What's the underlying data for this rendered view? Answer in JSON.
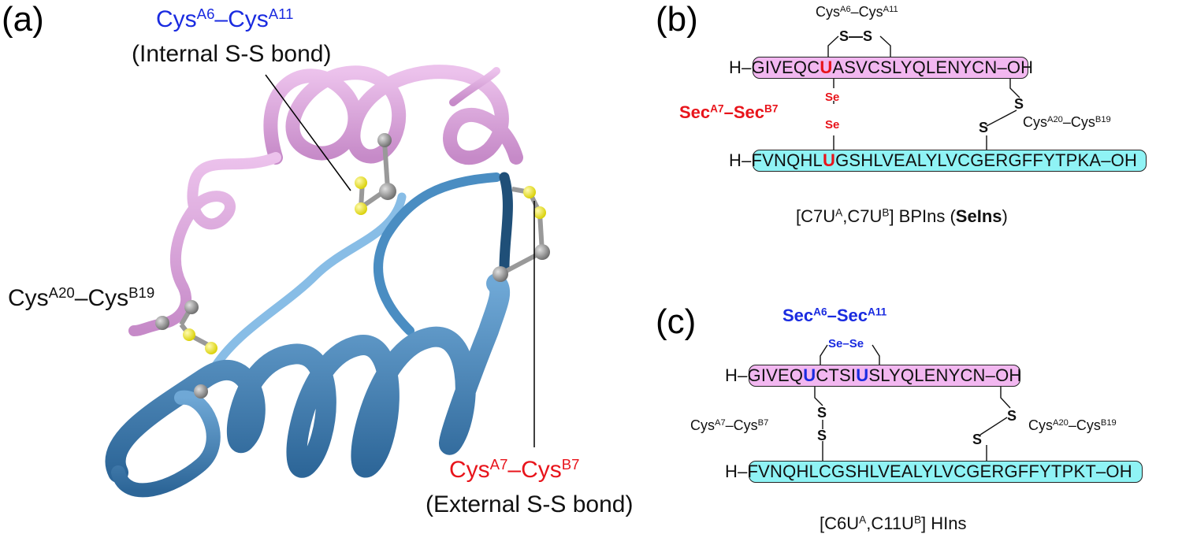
{
  "panels": {
    "a": {
      "label": "(a)",
      "bond_internal": {
        "res1": "Cys",
        "sup1": "A6",
        "sep": "–",
        "res2": "Cys",
        "sup2": "A11",
        "desc": "(Internal S-S bond)"
      },
      "bond_external": {
        "res1": "Cys",
        "sup1": "A7",
        "sep": "–",
        "res2": "Cys",
        "sup2": "B7",
        "desc": "(External S-S bond)"
      },
      "bond_a20b19": {
        "res1": "Cys",
        "sup1": "A20",
        "sep": "–",
        "res2": "Cys",
        "sup2": "B19"
      }
    },
    "b": {
      "label": "(b)",
      "top_bond": {
        "res1": "Cys",
        "sup1": "A6",
        "sep": "–",
        "res2": "Cys",
        "sup2": "A11"
      },
      "ss_top": "S—S",
      "chainA": {
        "prefix": "H–",
        "pre": "GIVEQC",
        "mark": "U",
        "post": "ASVCSLYQLENYCN",
        "suffix": "–OH"
      },
      "chainB": {
        "prefix": "H–",
        "pre": "FVNQHL",
        "mark": "U",
        "post": "GSHLVEALYLVCGERGFFYTPKA",
        "suffix": "–OH"
      },
      "sec_bond": {
        "res1": "Sec",
        "sup1": "A7",
        "sep": "–",
        "res2": "Sec",
        "sup2": "B7"
      },
      "se1": "Se",
      "se2": "Se",
      "s1": "S",
      "s2": "S",
      "right_bond": {
        "res1": "Cys",
        "sup1": "A20",
        "sep": "–",
        "res2": "Cys",
        "sup2": "B19"
      },
      "caption": {
        "p1": "[C7U",
        "s1": "A",
        "p2": ",C7U",
        "s2": "B",
        "p3": "] BPIns (",
        "bold": "SeIns",
        "p4": ")"
      }
    },
    "c": {
      "label": "(c)",
      "sec_bond": {
        "res1": "Sec",
        "sup1": "A6",
        "sep": "–",
        "res2": "Sec",
        "sup2": "A11"
      },
      "sese": "Se–Se",
      "chainA": {
        "prefix": "H–",
        "p1": "GIVEQ",
        "m1": "U",
        "p2": "CTSI",
        "m2": "U",
        "p3": "SLYQLENYCN",
        "suffix": "–OH"
      },
      "chainB": {
        "prefix": "H–",
        "seq": "FVNQHLCGSHLVEALYLVCGERGFFYTPKT",
        "suffix": "–OH"
      },
      "s1": "S",
      "s2": "S",
      "s3": "S",
      "s4": "S",
      "left_bond": {
        "res1": "Cys",
        "sup1": "A7",
        "sep": "–",
        "res2": "Cys",
        "sup2": "B7"
      },
      "right_bond": {
        "res1": "Cys",
        "sup1": "A20",
        "sep": "–",
        "res2": "Cys",
        "sup2": "B19"
      },
      "caption": {
        "p1": "[C6U",
        "s1": "A",
        "p2": ",C11U",
        "s2": "B",
        "p3": "] HIns"
      }
    }
  },
  "colors": {
    "chainA": "#f2b7f0",
    "chainB": "#8ff3f5",
    "helixA": "#d9a3db",
    "helixB": "#3f7fb5",
    "blue": "#1a2be0",
    "red": "#e8141b",
    "sulfur": "#f2ec25",
    "carbon": "#909090"
  }
}
